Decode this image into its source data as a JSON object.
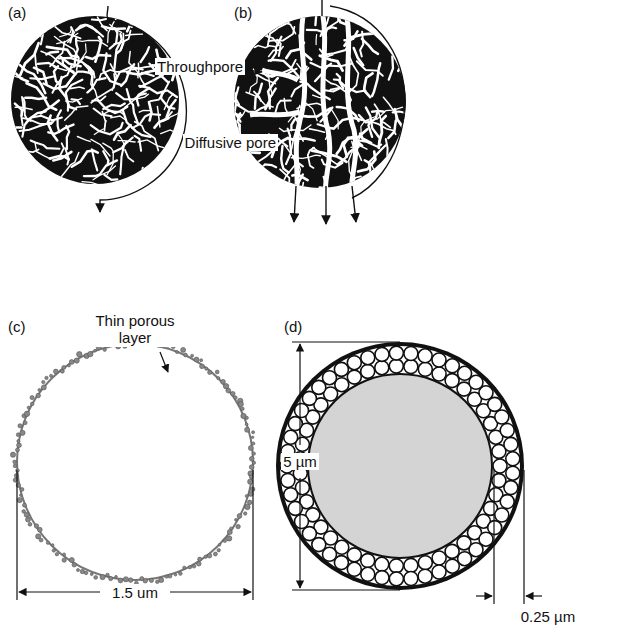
{
  "diagram": {
    "labels": [
      "(a)",
      "(b)",
      "Throughpore",
      "Diffusive pore",
      "(c)",
      "Thin porous layer",
      "(d)",
      "5 µm",
      "1.5 um",
      "0.25 µm"
    ]
  }
}
